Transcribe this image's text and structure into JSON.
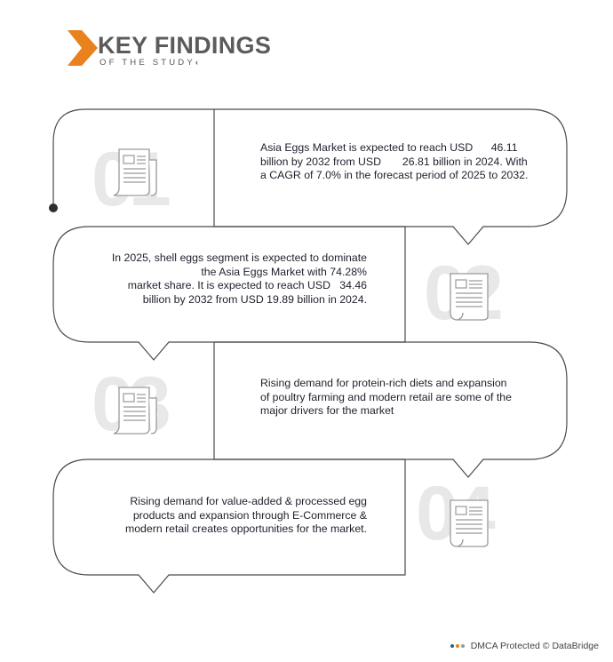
{
  "header": {
    "title": "KEY FINDINGS",
    "subtitle": "OF THE STUDY",
    "accent_color": "#e8811e",
    "title_color": "#5b5b5b"
  },
  "findings": [
    {
      "number": "01",
      "icon": "document-icon",
      "lines": [
        "Asia Eggs Market is expected to reach USD      46.11",
        "billion by 2032 from USD       26.81 billion in 2024. With",
        "a CAGR of 7.0% in the forecast period of 2025 to 2032."
      ]
    },
    {
      "number": "02",
      "icon": "document-icon",
      "lines": [
        "In 2025, shell eggs segment is expected to dominate",
        "the Asia Eggs Market with 74.28%",
        "market share. It is expected to reach USD   34.46",
        "billion by 2032 from USD 19.89 billion in 2024."
      ]
    },
    {
      "number": "03",
      "icon": "document-icon",
      "lines": [
        "Rising demand for protein-rich diets and expansion",
        "of poultry farming and modern retail are some of the",
        "major drivers for the market"
      ]
    },
    {
      "number": "04",
      "icon": "document-icon",
      "lines": [
        "Rising demand for value-added & processed egg",
        "products and expansion through E-Commerce &",
        "modern retail creates opportunities for the market."
      ]
    }
  ],
  "footer": {
    "text": "DMCA Protected © DataBridge",
    "dot_colors": [
      "#2b5f8a",
      "#e8811e",
      "#9a9a9a"
    ]
  }
}
